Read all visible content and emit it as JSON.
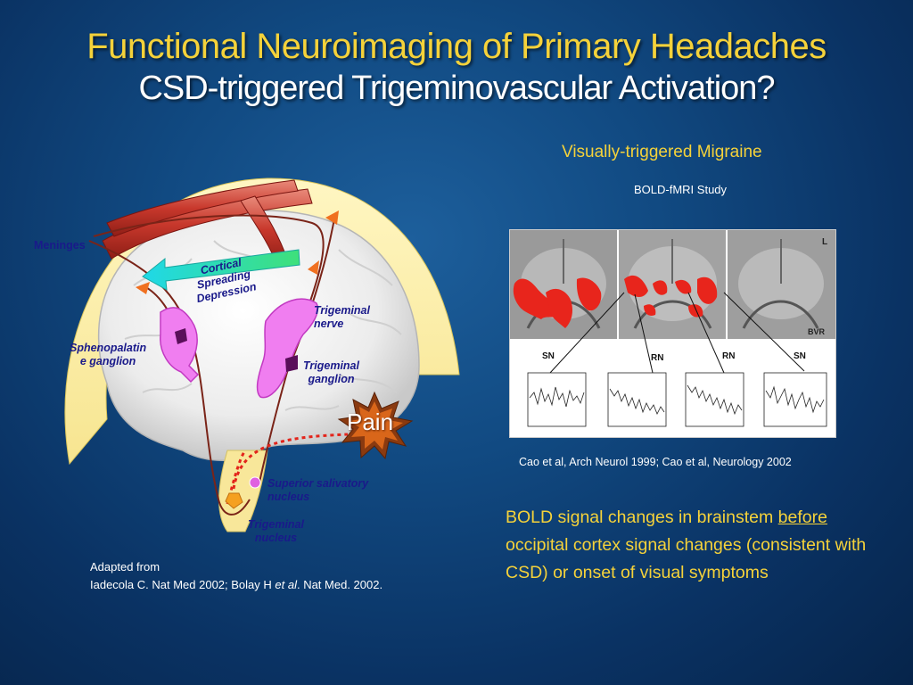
{
  "slide": {
    "title_line1": "Functional Neuroimaging of Primary Headaches",
    "title_line2": "CSD-triggered Trigeminovascular Activation?"
  },
  "diagram": {
    "labels": {
      "meninges": "Meninges",
      "csd_line1": "Cortical",
      "csd_line2": "Spreading",
      "csd_line3": "Depression",
      "trig_nerve_line1": "Trigeminal",
      "trig_nerve_line2": "nerve",
      "spheno_line1": "Sphenopalatin",
      "spheno_line2": "e ganglion",
      "trig_ganglion_line1": "Trigeminal",
      "trig_ganglion_line2": "ganglion",
      "pain": "Pain",
      "ssn_line1": "Superior salivatory",
      "ssn_line2": "nucleus",
      "trig_nucleus_line1": "Trigeminal",
      "trig_nucleus_line2": "nucleus"
    },
    "citation_line1": "Adapted from",
    "citation_line2_pre": "Iadecola C. Nat Med 2002; Bolay H ",
    "citation_line2_italic": "et al",
    "citation_line2_post": ". Nat Med. 2002."
  },
  "study": {
    "heading": "Visually-triggered Migraine",
    "subheading": "BOLD-fMRI Study",
    "panel_labels": {
      "L": "L",
      "BVR": "BVR",
      "sn1": "SN",
      "rn1": "RN",
      "rn2": "RN",
      "sn2": "SN"
    },
    "citation": "Cao et al, Arch Neurol 1999; Cao et al, Neurology 2002",
    "finding_pre": "BOLD signal changes in brainstem ",
    "finding_underlined": "before",
    "finding_post": " occipital cortex signal changes (consistent with CSD) or onset of visual symptoms"
  },
  "colors": {
    "title_yellow": "#f5d23a",
    "background_blue": "#114a82",
    "label_navy": "#1a1a8a",
    "pain_orange": "#f26a1b",
    "activation_red": "#e8251c"
  }
}
